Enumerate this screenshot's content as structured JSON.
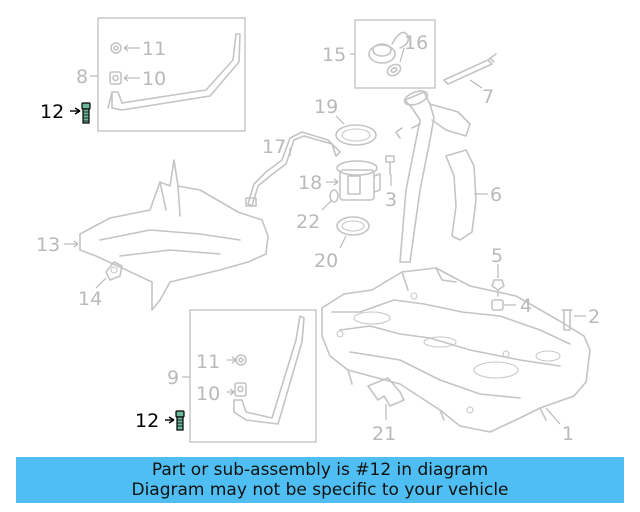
{
  "callouts": {
    "c1": "1",
    "c2": "2",
    "c3": "3",
    "c4": "4",
    "c5": "5",
    "c6": "6",
    "c7": "7",
    "c8": "8",
    "c9": "9",
    "c10a": "10",
    "c10b": "10",
    "c11a": "11",
    "c11b": "11",
    "c12a": "12",
    "c12b": "12",
    "c13": "13",
    "c14": "14",
    "c15": "15",
    "c16": "16",
    "c17": "17",
    "c18": "18",
    "c19": "19",
    "c20": "20",
    "c21": "21",
    "c22": "22"
  },
  "highlight_part": "12",
  "colors": {
    "banner": "#4fbef2",
    "highlight_bolt": "#6bb89a",
    "ghost": "#c4c4c4"
  },
  "banner": {
    "line1": "Part or sub-assembly is #12 in diagram",
    "line2": "Diagram may not be specific to your vehicle"
  }
}
